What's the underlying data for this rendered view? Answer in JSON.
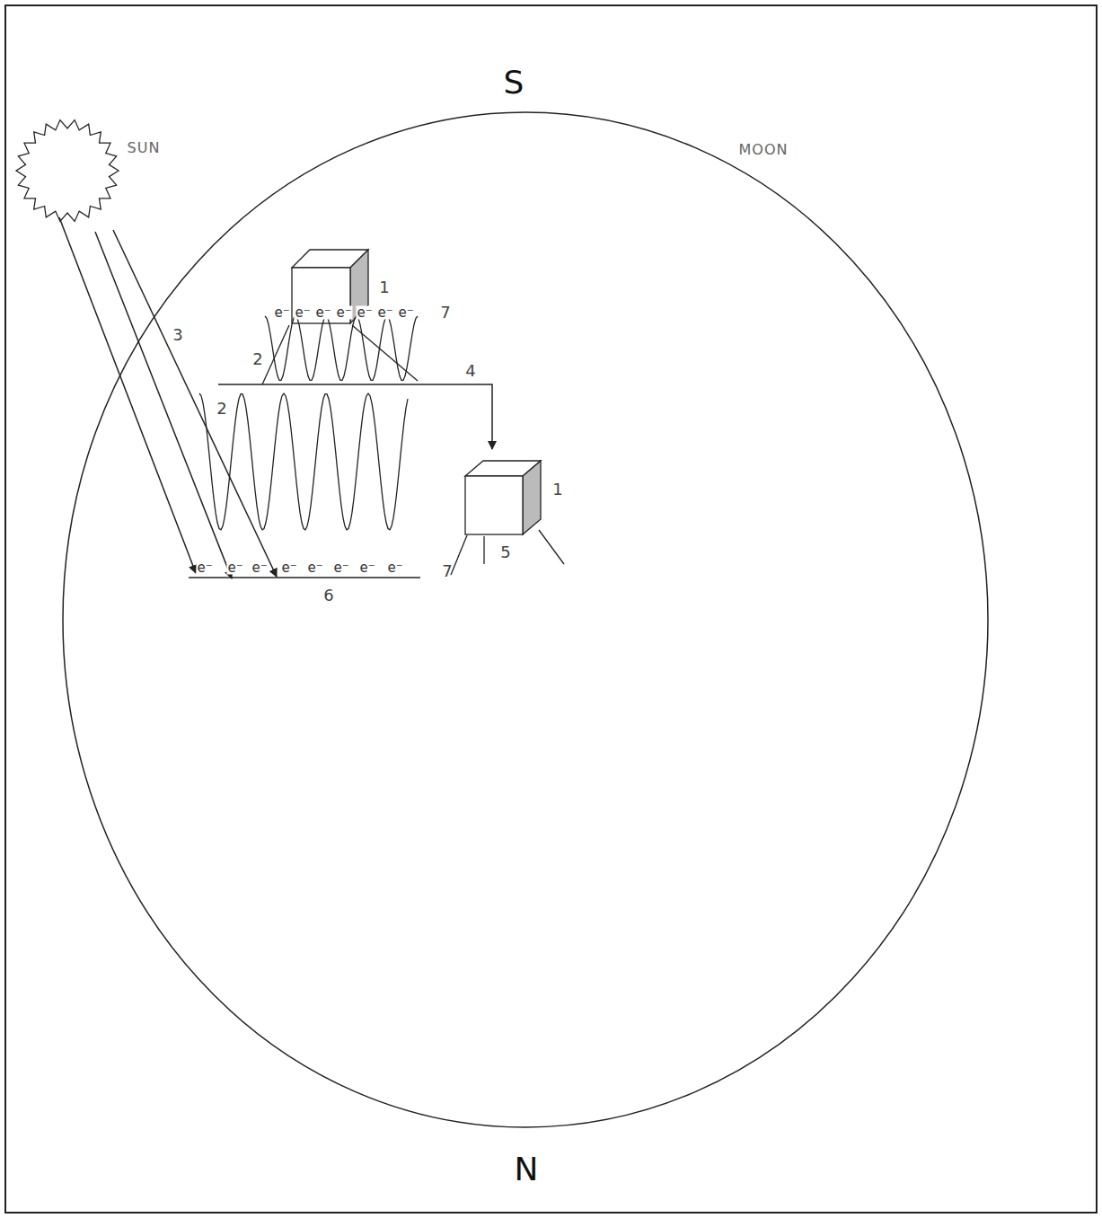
{
  "diagram": {
    "labels": [
      "S",
      "N",
      "SUN",
      "MOON",
      "1",
      "e⁻",
      "e⁻",
      "e⁻",
      "e⁻",
      "e⁻",
      "e⁻",
      "e⁻",
      "7",
      "2",
      "4",
      "2",
      "3",
      "1",
      "5",
      "e⁻",
      "e⁻",
      "e⁻",
      "e⁻",
      "e⁻",
      "e⁻",
      "e⁻",
      "e⁻",
      "7",
      "6"
    ]
  }
}
